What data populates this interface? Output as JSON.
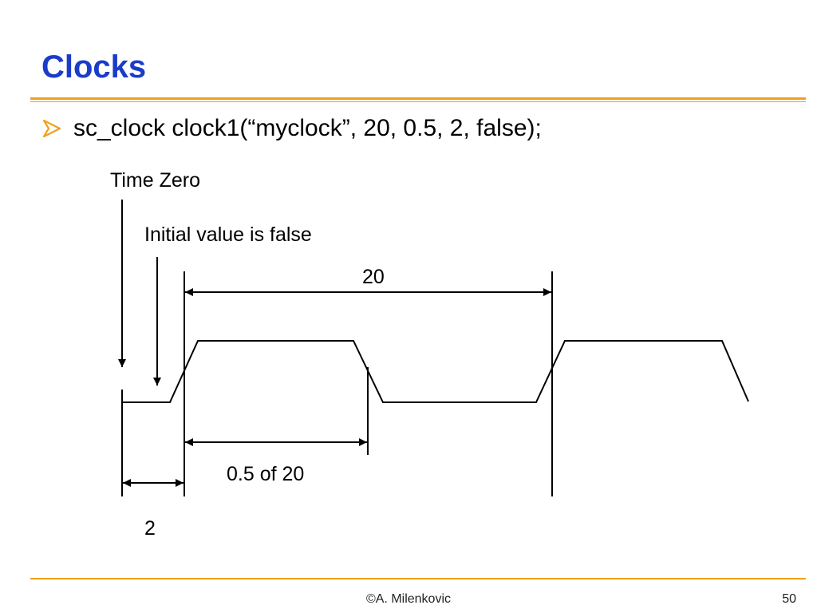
{
  "slide": {
    "title": "Clocks",
    "bullet": "sc_clock clock1(“myclock”, 20, 0.5, 2, false);"
  },
  "diagram": {
    "time_zero_label": "Time Zero",
    "initial_value_label": "Initial value is false",
    "period_label": "20",
    "duty_label": "0.5 of 20",
    "start_delay_label": "2"
  },
  "footer": {
    "author": "©A. Milenkovic",
    "page_number": "50"
  },
  "colors": {
    "title": "#1a3cc8",
    "rule": "#f0a020",
    "bullet_icon": "#f0a020",
    "line": "#000000"
  }
}
